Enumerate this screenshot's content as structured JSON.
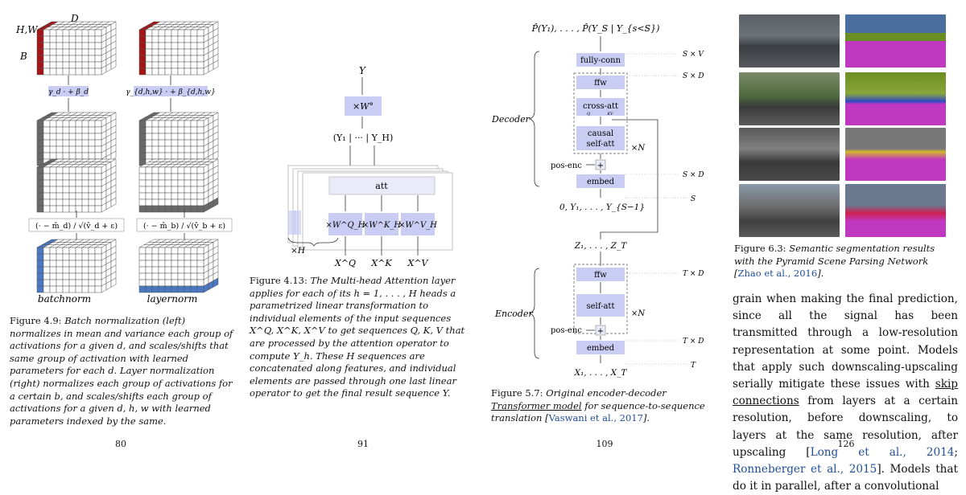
{
  "page1": {
    "labels": {
      "hw": "H,W",
      "d": "D",
      "b": "B"
    },
    "affine_left": "γ_d · + β_d",
    "affine_right": "γ_{d,h,w} · + β_{d,h,w}",
    "norm_left": "(· − m̂_d) / √(v̂_d + ε)",
    "norm_right": "(· − m̂_b) / √(v̂_b + ε)",
    "label_left": "batchnorm",
    "label_right": "layernorm",
    "caption_lead": "Figure 4.9: ",
    "caption_body": "Batch normalization (left) normalizes in mean and variance each group of activations for a given d, and scales/shifts that same group of activation with learned parameters for each d. Layer normalization (right) normalizes each group of activations for a certain b, and scales/shifts each group of activations for a given d, h, w with learned parameters indexed by the same.",
    "page_number": "80"
  },
  "page2": {
    "y_label": "Y",
    "wo_label": "×W°",
    "concat_label": "(Y₁ | ··· | Y_H)",
    "att_label": "att",
    "wq_label": "×W^Q_H",
    "wk_label": "×W^K_H",
    "wv_label": "×W^V_H",
    "xq": "X^Q",
    "xk": "X^K",
    "xv": "X^V",
    "h_label": "×H",
    "caption_lead": "Figure 4.13: ",
    "caption_body": "The Multi-head Attention layer applies for each of its h = 1, . . . , H heads a parametrized linear transformation to individual elements of the input sequences X^Q, X^K, X^V to get sequences Q, K, V that are processed by the attention operator to compute Y_h. These H sequences are concatenated along features, and individual elements are passed through one last linear operator to get the final result sequence Y.",
    "page_number": "91"
  },
  "page3": {
    "output_label": "P̂(Y₁), . . . , P̂(Y_S | Y_{s<S})",
    "fully_conn": "fully-conn",
    "ffw": "ffw",
    "cross_att": "cross-att",
    "q_small": "Q",
    "kv_small": "KV",
    "causal": "causal",
    "self_att_line": "self-att",
    "plus": "+",
    "pos_enc": "pos-enc",
    "embed": "embed",
    "dec_seq": "0, Y₁, . . . , Y_{S−1}",
    "dec_label": "Decoder",
    "times_n": "×N",
    "enc_mid": "Z₁, . . . , Z_T",
    "enc_ffw": "ffw",
    "enc_self_att": "self-att",
    "enc_label": "Encoder",
    "enc_seq": "X₁, . . . , X_T",
    "dims": {
      "sxv": "S × V",
      "sxd1": "S × D",
      "sxd2": "S × D",
      "s": "S",
      "txd1": "T × D",
      "txd2": "T × D",
      "t": "T"
    },
    "caption_lead": "Figure 5.7: ",
    "caption_body_1": "Original encoder-decoder ",
    "caption_link_1": "Transformer model",
    "caption_body_2": " for sequence-to-sequence translation [",
    "caption_link_2": "Vaswani et al., 2017",
    "caption_body_3": "].",
    "page_number": "109"
  },
  "page4": {
    "caption_lead": "Figure 6.3: ",
    "caption_body_1": "Semantic segmentation results with the Pyramid Scene Parsing Network [",
    "caption_link": "Zhao et al., 2016",
    "caption_body_2": "].",
    "body_1": "grain when making the final prediction, since all the signal has been transmitted through a low-resolution representation at some point. Models that apply such downscaling-upscaling serially mitigate these issues with ",
    "body_link": "skip connections",
    "body_2": " from layers at a certain resolution, before downscaling, to layers at the same resolution, after upscaling [",
    "cite_1": "Long et al., 2014",
    "cite_sep": "; ",
    "cite_2": "Ronneberger et al., 2015",
    "body_3": "]. Models that do it in parallel, after a convolutional",
    "page_number": "126"
  }
}
